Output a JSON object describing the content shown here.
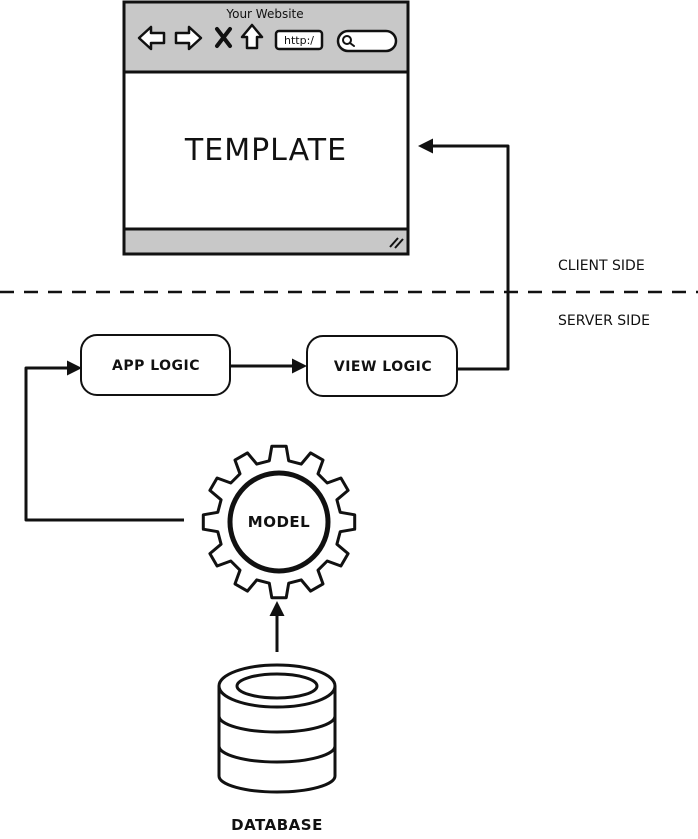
{
  "browser": {
    "window_title": "Your Website",
    "address_text": "http:/",
    "content_label": "TEMPLATE"
  },
  "zones": {
    "client_label": "CLIENT SIDE",
    "server_label": "SERVER SIDE"
  },
  "nodes": {
    "app_logic": "APP LOGIC",
    "view_logic": "VIEW LOGIC",
    "model": "MODEL",
    "database": "DATABASE"
  },
  "colors": {
    "stroke": "#111111",
    "browser_chrome": "#c8c8c8",
    "background": "#ffffff"
  },
  "icons": [
    "back-arrow-icon",
    "forward-arrow-icon",
    "close-x-icon",
    "home-icon",
    "search-icon",
    "resize-grip-icon",
    "gear-icon",
    "database-cylinder-icon"
  ]
}
